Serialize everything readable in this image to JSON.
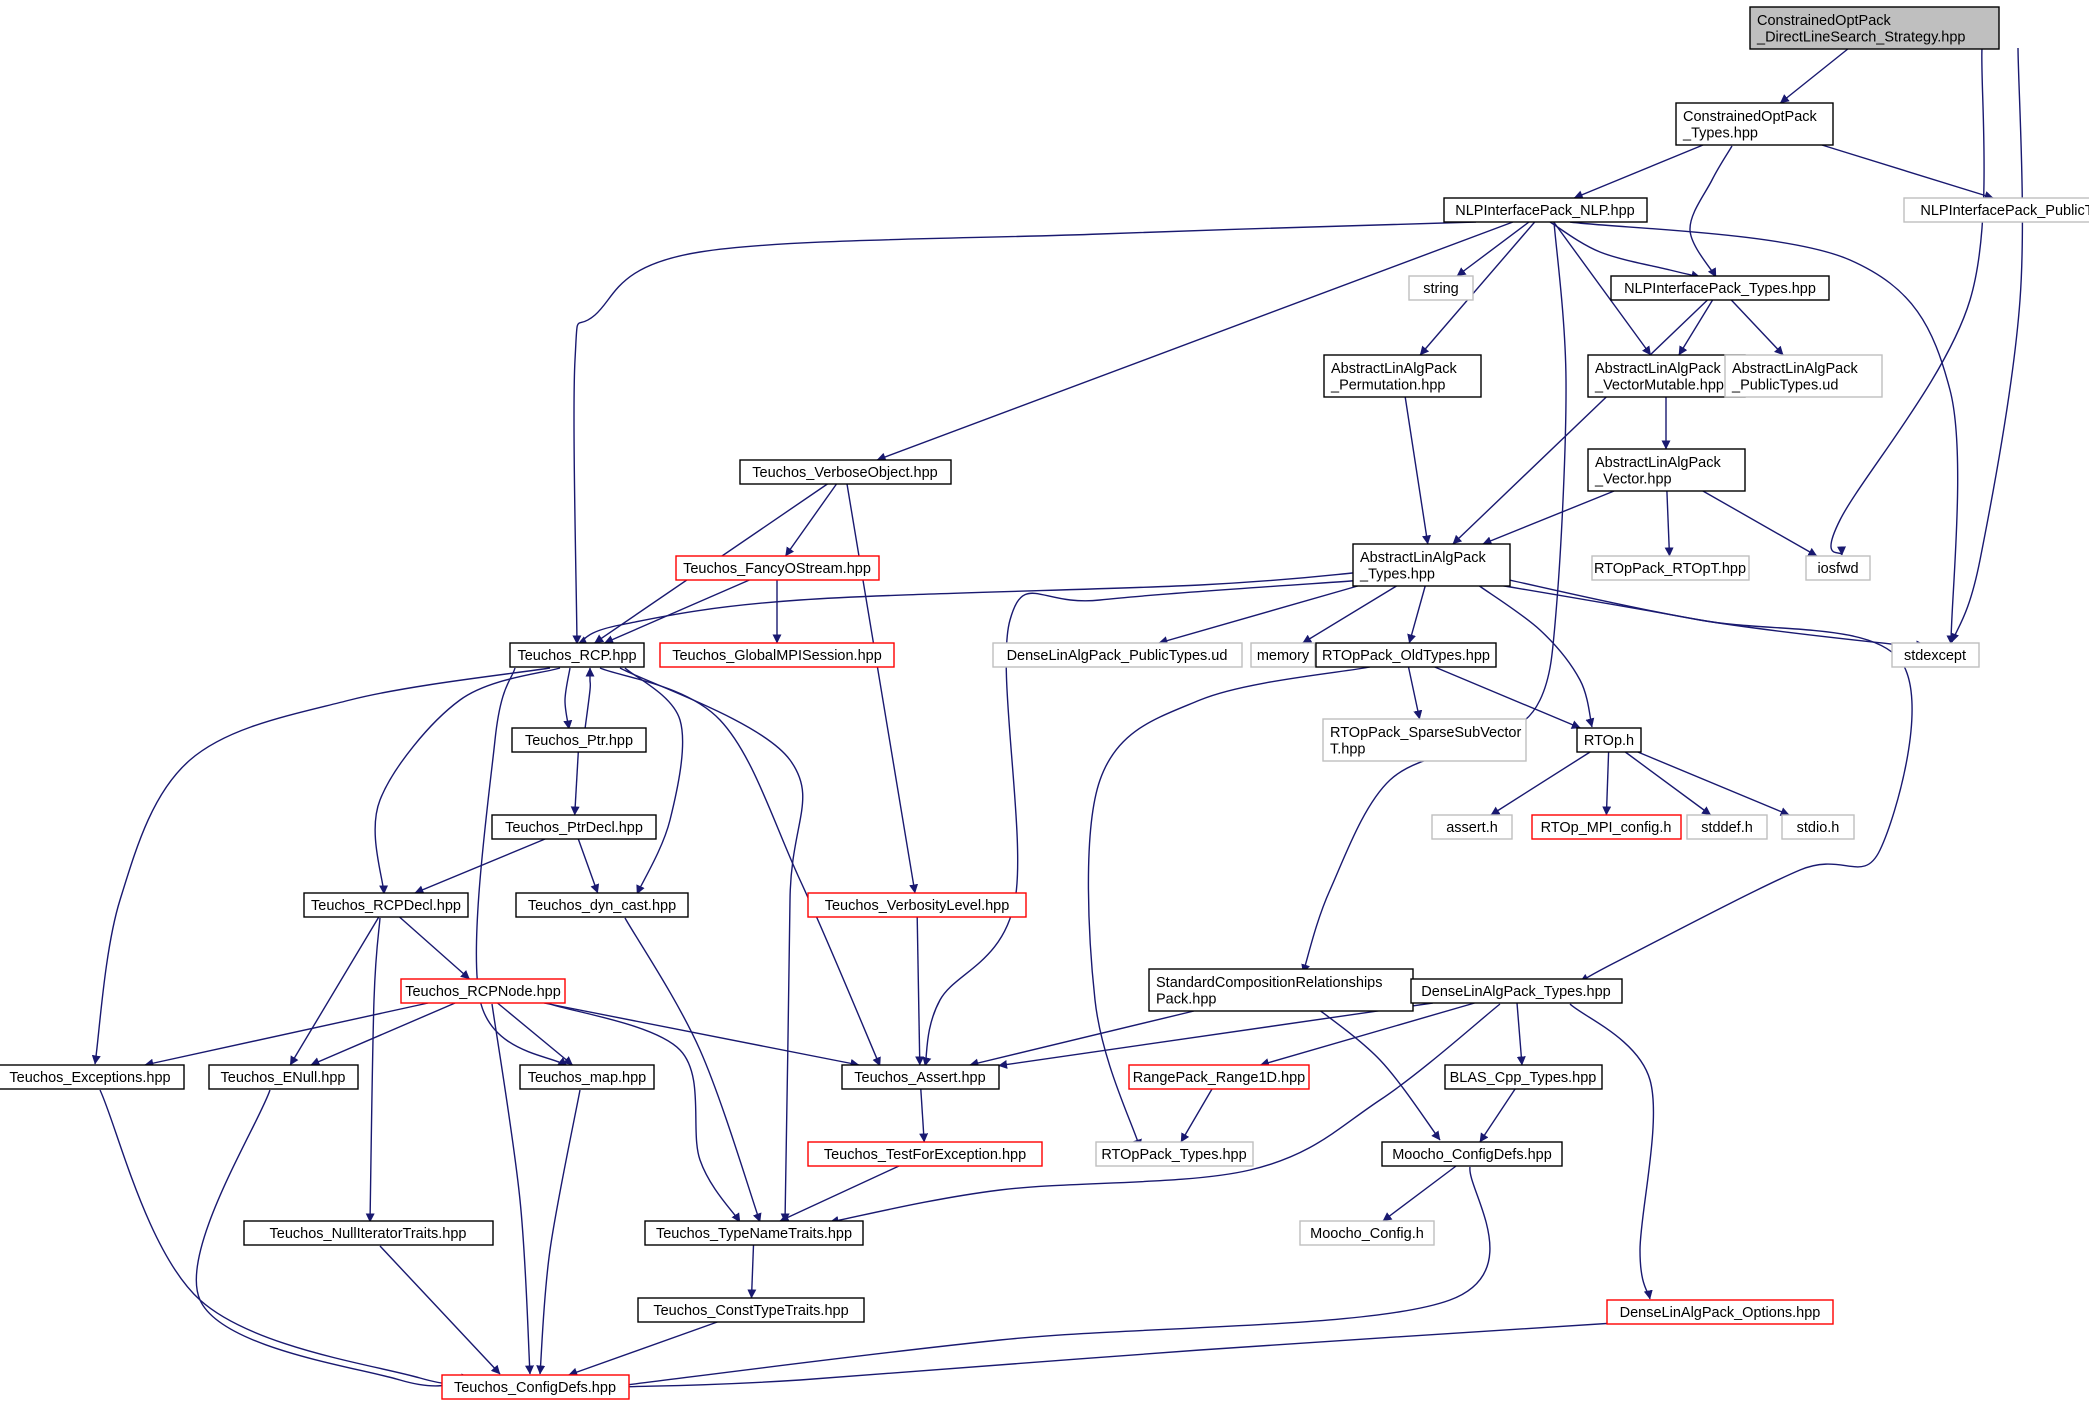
{
  "colors": {
    "edge": "#191970",
    "border_normal": "#000000",
    "border_truncated": "#ff0000",
    "border_external": "#bfbfbf",
    "fill_root": "#bfbfbf",
    "fill_default": "#ffffff"
  },
  "nodes": [
    {
      "id": "root",
      "kind": "root",
      "lines": [
        "ConstrainedOptPack",
        "_DirectLineSearch_Strategy.hpp"
      ]
    },
    {
      "id": "cop_types",
      "kind": "normal",
      "lines": [
        "ConstrainedOptPack",
        "_Types.hpp"
      ]
    },
    {
      "id": "nlp_public_ud",
      "kind": "external",
      "lines": [
        "NLPInterfacePack_PublicTypes.ud"
      ]
    },
    {
      "id": "nlp_nlp",
      "kind": "normal",
      "lines": [
        "NLPInterfacePack_NLP.hpp"
      ]
    },
    {
      "id": "string",
      "kind": "external",
      "lines": [
        "string"
      ]
    },
    {
      "id": "nlp_types",
      "kind": "normal",
      "lines": [
        "NLPInterfacePack_Types.hpp"
      ]
    },
    {
      "id": "ala_perm",
      "kind": "normal",
      "lines": [
        "AbstractLinAlgPack",
        "_Permutation.hpp"
      ]
    },
    {
      "id": "ala_vecmut",
      "kind": "normal",
      "lines": [
        "AbstractLinAlgPack",
        "_VectorMutable.hpp"
      ]
    },
    {
      "id": "ala_public_ud",
      "kind": "external",
      "lines": [
        "AbstractLinAlgPack",
        "_PublicTypes.ud"
      ]
    },
    {
      "id": "ala_vector",
      "kind": "normal",
      "lines": [
        "AbstractLinAlgPack",
        "_Vector.hpp"
      ]
    },
    {
      "id": "verbose_obj",
      "kind": "normal",
      "lines": [
        "Teuchos_VerboseObject.hpp"
      ]
    },
    {
      "id": "ala_types",
      "kind": "normal",
      "lines": [
        "AbstractLinAlgPack",
        "_Types.hpp"
      ]
    },
    {
      "id": "rtop_rtopt",
      "kind": "external",
      "lines": [
        "RTOpPack_RTOpT.hpp"
      ]
    },
    {
      "id": "iosfwd",
      "kind": "external",
      "lines": [
        "iosfwd"
      ]
    },
    {
      "id": "fancy",
      "kind": "truncated",
      "lines": [
        "Teuchos_FancyOStream.hpp"
      ]
    },
    {
      "id": "stdexcept",
      "kind": "external",
      "lines": [
        "stdexcept"
      ]
    },
    {
      "id": "rcp",
      "kind": "normal",
      "lines": [
        "Teuchos_RCP.hpp"
      ]
    },
    {
      "id": "global_mpi",
      "kind": "truncated",
      "lines": [
        "Teuchos_GlobalMPISession.hpp"
      ]
    },
    {
      "id": "dla_public_ud",
      "kind": "external",
      "lines": [
        "DenseLinAlgPack_PublicTypes.ud"
      ]
    },
    {
      "id": "memory",
      "kind": "external",
      "lines": [
        "memory"
      ]
    },
    {
      "id": "rtop_old",
      "kind": "normal",
      "lines": [
        "RTOpPack_OldTypes.hpp"
      ]
    },
    {
      "id": "ptr",
      "kind": "normal",
      "lines": [
        "Teuchos_Ptr.hpp"
      ]
    },
    {
      "id": "rtop_sparse",
      "kind": "external",
      "lines": [
        "RTOpPack_SparseSubVector",
        "T.hpp"
      ]
    },
    {
      "id": "rtop_h",
      "kind": "normal",
      "lines": [
        "RTOp.h"
      ]
    },
    {
      "id": "ptrdecl",
      "kind": "normal",
      "lines": [
        "Teuchos_PtrDecl.hpp"
      ]
    },
    {
      "id": "assert_h",
      "kind": "external",
      "lines": [
        "assert.h"
      ]
    },
    {
      "id": "rtop_mpi",
      "kind": "truncated",
      "lines": [
        "RTOp_MPI_config.h"
      ]
    },
    {
      "id": "stddef",
      "kind": "external",
      "lines": [
        "stddef.h"
      ]
    },
    {
      "id": "stdio",
      "kind": "external",
      "lines": [
        "stdio.h"
      ]
    },
    {
      "id": "rcpdecl",
      "kind": "normal",
      "lines": [
        "Teuchos_RCPDecl.hpp"
      ]
    },
    {
      "id": "dyncast",
      "kind": "normal",
      "lines": [
        "Teuchos_dyn_cast.hpp"
      ]
    },
    {
      "id": "verbosity",
      "kind": "truncated",
      "lines": [
        "Teuchos_VerbosityLevel.hpp"
      ]
    },
    {
      "id": "stdcomp",
      "kind": "normal",
      "lines": [
        "StandardCompositionRelationships",
        "Pack.hpp"
      ]
    },
    {
      "id": "dla_types",
      "kind": "normal",
      "lines": [
        "DenseLinAlgPack_Types.hpp"
      ]
    },
    {
      "id": "rcpnode",
      "kind": "truncated",
      "lines": [
        "Teuchos_RCPNode.hpp"
      ]
    },
    {
      "id": "exceptions",
      "kind": "normal",
      "lines": [
        "Teuchos_Exceptions.hpp"
      ]
    },
    {
      "id": "enull",
      "kind": "normal",
      "lines": [
        "Teuchos_ENull.hpp"
      ]
    },
    {
      "id": "map",
      "kind": "normal",
      "lines": [
        "Teuchos_map.hpp"
      ]
    },
    {
      "id": "tassert",
      "kind": "normal",
      "lines": [
        "Teuchos_Assert.hpp"
      ]
    },
    {
      "id": "range1d",
      "kind": "truncated",
      "lines": [
        "RangePack_Range1D.hpp"
      ]
    },
    {
      "id": "blas",
      "kind": "normal",
      "lines": [
        "BLAS_Cpp_Types.hpp"
      ]
    },
    {
      "id": "testfor",
      "kind": "truncated",
      "lines": [
        "Teuchos_TestForException.hpp"
      ]
    },
    {
      "id": "rtop_types",
      "kind": "external",
      "lines": [
        "RTOpPack_Types.hpp"
      ]
    },
    {
      "id": "moocho_cfg",
      "kind": "normal",
      "lines": [
        "Moocho_ConfigDefs.hpp"
      ]
    },
    {
      "id": "nulliter",
      "kind": "normal",
      "lines": [
        "Teuchos_NullIteratorTraits.hpp"
      ]
    },
    {
      "id": "typename",
      "kind": "normal",
      "lines": [
        "Teuchos_TypeNameTraits.hpp"
      ]
    },
    {
      "id": "moocho_config_h",
      "kind": "external",
      "lines": [
        "Moocho_Config.h"
      ]
    },
    {
      "id": "consttype",
      "kind": "normal",
      "lines": [
        "Teuchos_ConstTypeTraits.hpp"
      ]
    },
    {
      "id": "dla_options",
      "kind": "truncated",
      "lines": [
        "DenseLinAlgPack_Options.hpp"
      ]
    },
    {
      "id": "configdefs",
      "kind": "truncated",
      "lines": [
        "Teuchos_ConfigDefs.hpp"
      ]
    }
  ],
  "edges": [
    [
      "root",
      "cop_types"
    ],
    [
      "root",
      "iosfwd"
    ],
    [
      "root",
      "stdexcept"
    ],
    [
      "cop_types",
      "nlp_nlp"
    ],
    [
      "cop_types",
      "nlp_public_ud"
    ],
    [
      "cop_types",
      "nlp_types"
    ],
    [
      "nlp_nlp",
      "rcp"
    ],
    [
      "nlp_nlp",
      "verbose_obj"
    ],
    [
      "nlp_nlp",
      "string"
    ],
    [
      "nlp_nlp",
      "ala_perm"
    ],
    [
      "nlp_nlp",
      "ala_vecmut"
    ],
    [
      "nlp_nlp",
      "nlp_types"
    ],
    [
      "nlp_nlp",
      "stdexcept"
    ],
    [
      "nlp_nlp",
      "stdcomp"
    ],
    [
      "nlp_types",
      "ala_vecmut"
    ],
    [
      "nlp_types",
      "ala_public_ud"
    ],
    [
      "nlp_types",
      "ala_types"
    ],
    [
      "ala_perm",
      "ala_types"
    ],
    [
      "ala_vecmut",
      "ala_vector"
    ],
    [
      "ala_vector",
      "ala_types"
    ],
    [
      "ala_vector",
      "rtop_rtopt"
    ],
    [
      "ala_vector",
      "iosfwd"
    ],
    [
      "verbose_obj",
      "rcp"
    ],
    [
      "verbose_obj",
      "fancy"
    ],
    [
      "verbose_obj",
      "verbosity"
    ],
    [
      "fancy",
      "rcp"
    ],
    [
      "fancy",
      "global_mpi"
    ],
    [
      "ala_types",
      "rcp"
    ],
    [
      "ala_types",
      "dla_public_ud"
    ],
    [
      "ala_types",
      "memory"
    ],
    [
      "ala_types",
      "rtop_old"
    ],
    [
      "ala_types",
      "rtop_h"
    ],
    [
      "ala_types",
      "stdexcept"
    ],
    [
      "ala_types",
      "tassert"
    ],
    [
      "ala_types",
      "dla_types"
    ],
    [
      "rtop_old",
      "rtop_sparse"
    ],
    [
      "rtop_old",
      "rtop_h"
    ],
    [
      "rtop_old",
      "rtop_types"
    ],
    [
      "rtop_h",
      "assert_h"
    ],
    [
      "rtop_h",
      "rtop_mpi"
    ],
    [
      "rtop_h",
      "stddef"
    ],
    [
      "rtop_h",
      "stdio"
    ],
    [
      "rcp",
      "ptr"
    ],
    [
      "rcp",
      "rcpdecl"
    ],
    [
      "rcp",
      "exceptions"
    ],
    [
      "rcp",
      "map"
    ],
    [
      "rcp",
      "dyncast"
    ],
    [
      "rcp",
      "tassert"
    ],
    [
      "rcp",
      "typename"
    ],
    [
      "ptr",
      "rcp"
    ],
    [
      "ptr",
      "ptrdecl"
    ],
    [
      "ptrdecl",
      "rcpdecl"
    ],
    [
      "ptrdecl",
      "dyncast"
    ],
    [
      "rcpdecl",
      "rcpnode"
    ],
    [
      "rcpdecl",
      "enull"
    ],
    [
      "rcpdecl",
      "nulliter"
    ],
    [
      "dyncast",
      "typename"
    ],
    [
      "verbosity",
      "tassert"
    ],
    [
      "rcpnode",
      "exceptions"
    ],
    [
      "rcpnode",
      "enull"
    ],
    [
      "rcpnode",
      "map"
    ],
    [
      "rcpnode",
      "tassert"
    ],
    [
      "rcpnode",
      "typename"
    ],
    [
      "rcpnode",
      "configdefs"
    ],
    [
      "stdcomp",
      "tassert"
    ],
    [
      "stdcomp",
      "moocho_cfg"
    ],
    [
      "dla_types",
      "tassert"
    ],
    [
      "dla_types",
      "range1d"
    ],
    [
      "dla_types",
      "blas"
    ],
    [
      "dla_types",
      "typename"
    ],
    [
      "dla_types",
      "dla_options"
    ],
    [
      "exceptions",
      "configdefs"
    ],
    [
      "enull",
      "configdefs"
    ],
    [
      "map",
      "configdefs"
    ],
    [
      "tassert",
      "testfor"
    ],
    [
      "testfor",
      "typename"
    ],
    [
      "range1d",
      "rtop_types"
    ],
    [
      "blas",
      "moocho_cfg"
    ],
    [
      "moocho_cfg",
      "moocho_config_h"
    ],
    [
      "moocho_cfg",
      "configdefs"
    ],
    [
      "nulliter",
      "configdefs"
    ],
    [
      "typename",
      "consttype"
    ],
    [
      "consttype",
      "configdefs"
    ],
    [
      "dla_options",
      "configdefs"
    ]
  ]
}
